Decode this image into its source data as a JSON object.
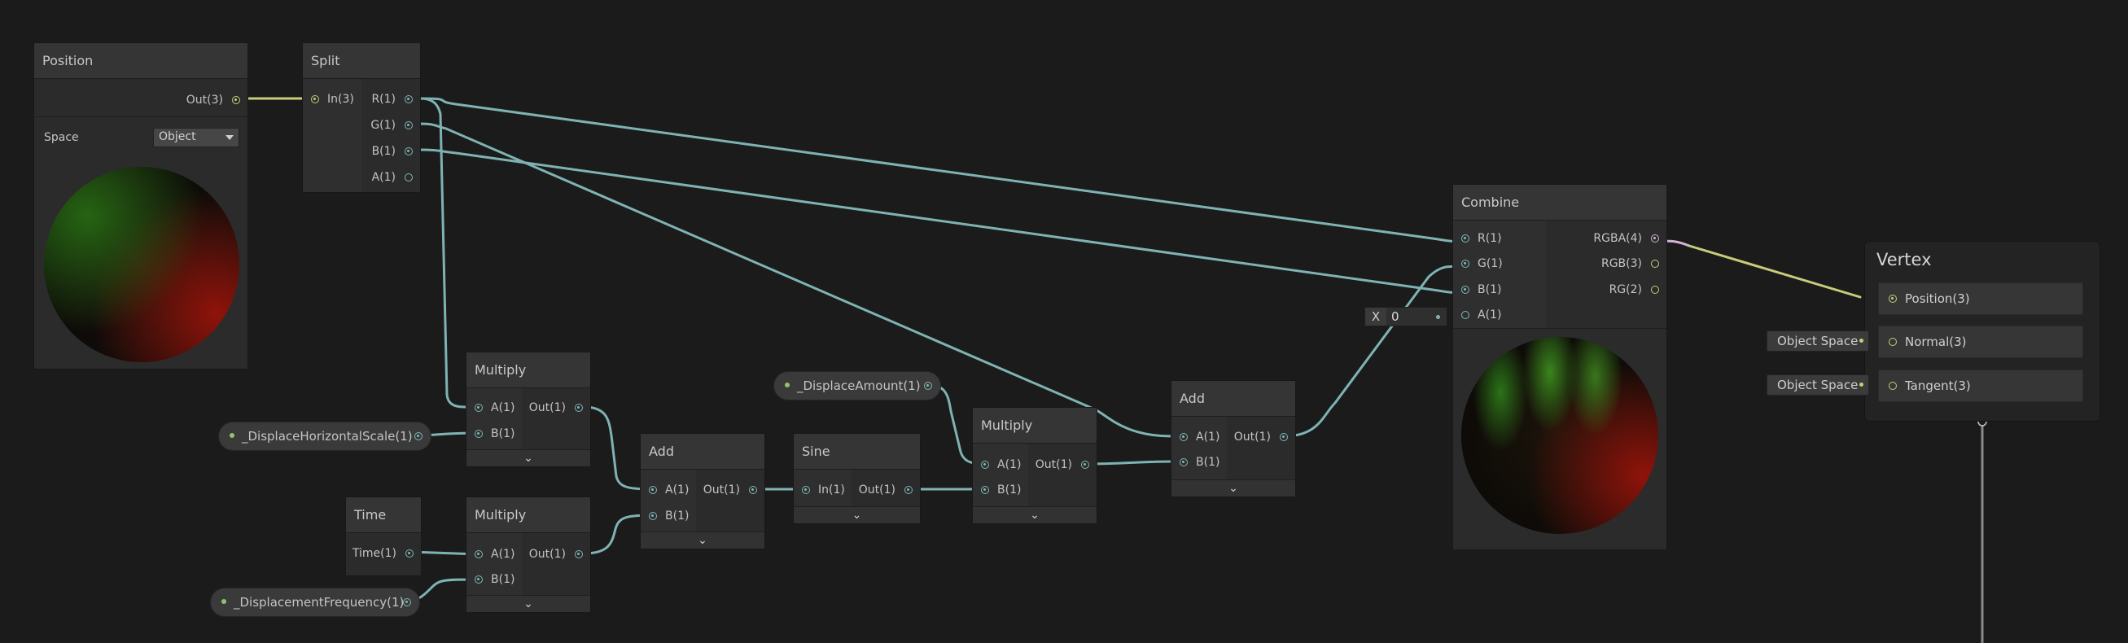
{
  "nodes": {
    "position": {
      "title": "Position",
      "out": "Out(3)",
      "space_label": "Space",
      "space_value": "Object"
    },
    "split": {
      "title": "Split",
      "in": "In(3)",
      "outs": [
        "R(1)",
        "G(1)",
        "B(1)",
        "A(1)"
      ]
    },
    "multiply1": {
      "title": "Multiply",
      "ins": [
        "A(1)",
        "B(1)"
      ],
      "out": "Out(1)"
    },
    "multiply2": {
      "title": "Multiply",
      "ins": [
        "A(1)",
        "B(1)"
      ],
      "out": "Out(1)"
    },
    "time": {
      "title": "Time",
      "out": "Time(1)"
    },
    "add1": {
      "title": "Add",
      "ins": [
        "A(1)",
        "B(1)"
      ],
      "out": "Out(1)"
    },
    "sine": {
      "title": "Sine",
      "in": "In(1)",
      "out": "Out(1)"
    },
    "multiply3": {
      "title": "Multiply",
      "ins": [
        "A(1)",
        "B(1)"
      ],
      "out": "Out(1)"
    },
    "add2": {
      "title": "Add",
      "ins": [
        "A(1)",
        "B(1)"
      ],
      "out": "Out(1)"
    },
    "combine": {
      "title": "Combine",
      "ins": [
        "R(1)",
        "G(1)",
        "B(1)",
        "A(1)"
      ],
      "outs": [
        "RGBA(4)",
        "RGB(3)",
        "RG(2)"
      ],
      "a_default_label": "X",
      "a_default_value": "0"
    }
  },
  "properties": {
    "horizontal_scale": "_DisplaceHorizontalScale(1)",
    "displacement_frequency": "_DisplacementFrequency(1)",
    "displace_amount": "_DisplaceAmount(1)"
  },
  "vertex": {
    "title": "Vertex",
    "slots": [
      "Position(3)",
      "Normal(3)",
      "Tangent(3)"
    ],
    "normal_space": "Object Space",
    "tangent_space": "Object Space"
  },
  "colors": {
    "wire_float": "#7fb3b3",
    "wire_vector3": "#c8cc7a",
    "wire_vector4": "#d3b2d6",
    "background": "#1b1b1b"
  },
  "chevron": "⌄"
}
